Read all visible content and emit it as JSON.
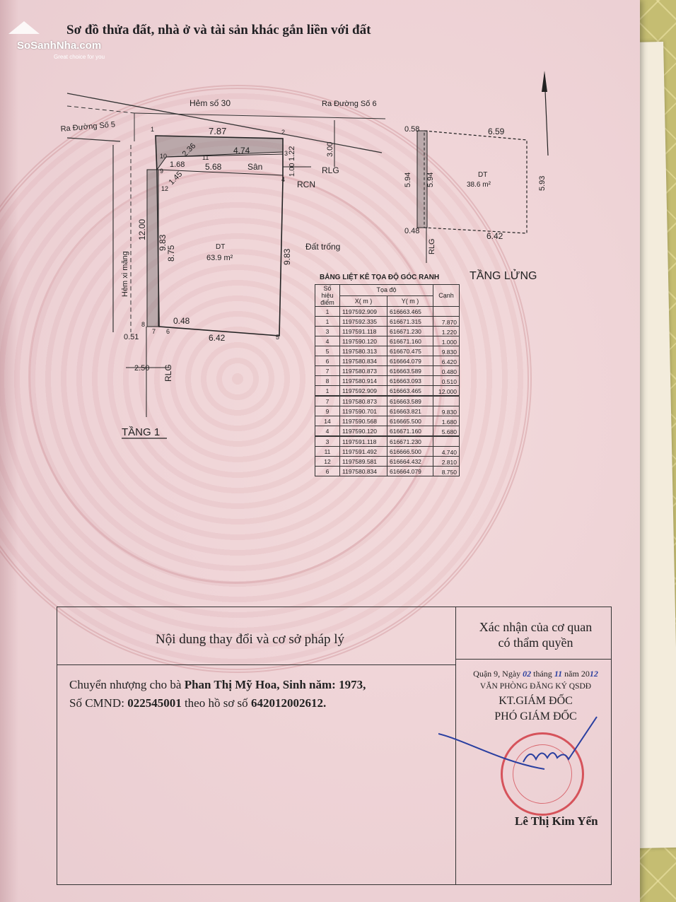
{
  "watermark": {
    "brand": "SoSanhNha.com",
    "tagline": "Great choice for you"
  },
  "title": "Sơ đồ thửa đất, nhà ở và tài sản khác gắn liền với đất",
  "plan": {
    "streets": {
      "top": "Hẻm số 30",
      "left_road": "Ra Đường Số 5",
      "right_road": "Ra Đường Số 6",
      "side_alley": "Hẻm xi măng"
    },
    "floor1": {
      "label": "TẦNG 1",
      "area": "DT",
      "area_value": "63.9 m²",
      "courtyard": "Sân",
      "empty_land": "Đất trống",
      "rlg": "RLG",
      "rcn": "RCN",
      "dims": [
        "7.87",
        "4.74",
        "5.68",
        "1.68",
        "2.36",
        "1.45",
        "1.22",
        "1.00",
        "3.00",
        "12.00",
        "9.83",
        "8.75",
        "9.83",
        "0.48",
        "6.42",
        "0.51",
        "2.50"
      ],
      "points": [
        "1",
        "2",
        "3",
        "4",
        "5",
        "6",
        "7",
        "8",
        "9",
        "10",
        "11",
        "12"
      ]
    },
    "mezzanine": {
      "label": "TẦNG LỬNG",
      "area": "DT",
      "area_value": "38.6 m²",
      "rlg": "RLG",
      "dims": [
        "0.58",
        "6.59",
        "5.94",
        "5.94",
        "5.93",
        "0.48",
        "6.42"
      ]
    }
  },
  "table": {
    "title": "BẢNG LIỆT KÊ TỌA ĐỘ GÓC RANH",
    "headers": {
      "point": "Số hiệu điểm",
      "coords": "Tọa độ",
      "x": "X( m )",
      "y": "Y( m )",
      "edge": "Cạnh"
    },
    "rows": [
      {
        "n": "1",
        "x": "1197592.909",
        "y": "616663.465",
        "e": ""
      },
      {
        "n": "1",
        "x": "1197592.335",
        "y": "616671.315",
        "e": "7.870"
      },
      {
        "n": "3",
        "x": "1197591.118",
        "y": "616671.230",
        "e": "1.220"
      },
      {
        "n": "4",
        "x": "1197590.120",
        "y": "616671.160",
        "e": "1.000"
      },
      {
        "n": "5",
        "x": "1197580.313",
        "y": "616670.475",
        "e": "9.830"
      },
      {
        "n": "6",
        "x": "1197580.834",
        "y": "616664.079",
        "e": "6.420"
      },
      {
        "n": "7",
        "x": "1197580.873",
        "y": "616663.589",
        "e": "0.480"
      },
      {
        "n": "8",
        "x": "1197580.914",
        "y": "616663.093",
        "e": "0.510"
      },
      {
        "n": "1",
        "x": "1197592.909",
        "y": "616663.465",
        "e": "12.000"
      },
      {
        "n": "7",
        "x": "1197580.873",
        "y": "616663.589",
        "e": ""
      },
      {
        "n": "9",
        "x": "1197590.701",
        "y": "616663.821",
        "e": "9.830"
      },
      {
        "n": "14",
        "x": "1197590.568",
        "y": "616665.500",
        "e": "1.680"
      },
      {
        "n": "4",
        "x": "1197590.120",
        "y": "616671.160",
        "e": "5.680"
      },
      {
        "n": "3",
        "x": "1197591.118",
        "y": "616671.230",
        "e": ""
      },
      {
        "n": "11",
        "x": "1197591.492",
        "y": "616666.500",
        "e": "4.740"
      },
      {
        "n": "12",
        "x": "1197589.581",
        "y": "616664.432",
        "e": "2.810"
      },
      {
        "n": "6",
        "x": "1197580.834",
        "y": "616664.079",
        "e": "8.750"
      }
    ]
  },
  "legal": {
    "left_header": "Nội dung thay đổi và cơ sở pháp lý",
    "right_header_1": "Xác nhận của cơ quan",
    "right_header_2": "có thẩm quyền",
    "entry_line1_prefix": "Chuyển nhượng cho bà ",
    "entry_name_dob": "Phan Thị Mỹ Hoa, Sinh năm: 1973,",
    "entry_line2_prefix": "Số CMND: ",
    "entry_id": "022545001",
    "entry_mid": " theo hồ sơ số ",
    "entry_file": "642012002612.",
    "date_prefix": "Quận 9, Ngày",
    "date_day": "02",
    "date_month_label": "tháng",
    "date_month": "11",
    "date_year_label": "năm 20",
    "date_year": "12",
    "office": "VĂN PHÒNG ĐĂNG KÝ QSDĐ",
    "position1": "KT.GIÁM ĐỐC",
    "position2": "PHÓ GIÁM ĐỐC",
    "signer": "Lê Thị Kim Yến"
  }
}
